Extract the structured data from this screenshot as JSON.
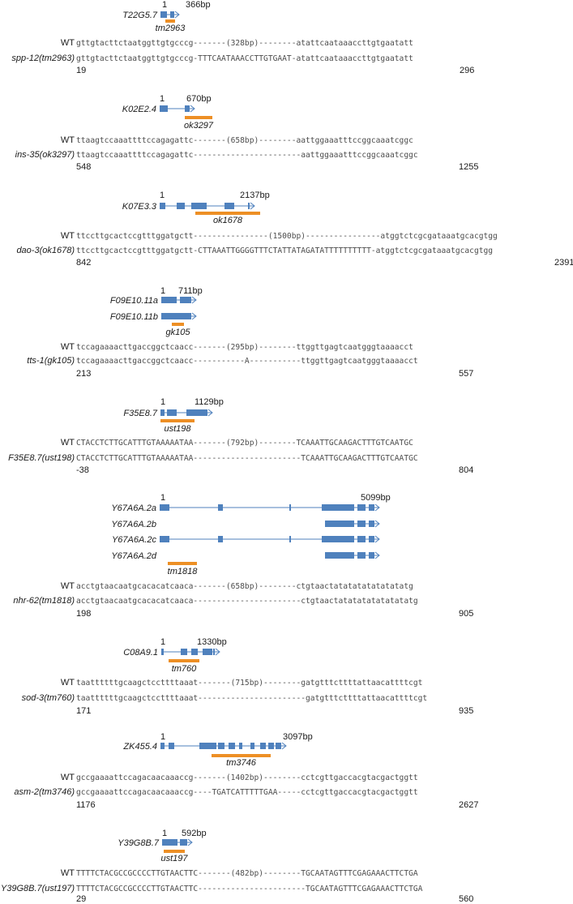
{
  "wt_label": "WT",
  "panels": [
    {
      "genes": [
        {
          "name": "T22G5.7",
          "exons": [
            [
              0,
              8
            ],
            [
              12,
              17
            ]
          ]
        }
      ],
      "start_label": "1",
      "end_label": "366bp",
      "deletion": "tm2963",
      "mutant": "spp-12(tm2963)",
      "wt_seq": "gttgtacttctaatggttgtgcccg-------(328bp)--------atattcaataaaccttgtgaatatt",
      "mut_seq": "gttgtacttctaatggttgtgcccg-TTTCAATAAACCTTGTGAAT-atattcaataaaccttgtgaatatt",
      "pos_start": "19",
      "pos_end": "296"
    },
    {
      "genes": [
        {
          "name": "K02E2.4",
          "exons": [
            [
              0,
              10
            ],
            [
              31,
              37
            ]
          ]
        }
      ],
      "start_label": "1",
      "end_label": "670bp",
      "deletion": "ok3297",
      "mutant": "ins-35(ok3297)",
      "wt_seq": "ttaagtccaaattttccagagattc-------(658bp)--------aattggaaatttccggcaaatcggc",
      "mut_seq": "ttaagtccaaattttccagagattc-----------------------aattggaaatttccggcaaatcggc",
      "pos_start": "548",
      "pos_end": "1255"
    },
    {
      "genes": [
        {
          "name": "K07E3.3",
          "exons": [
            [
              0,
              7
            ],
            [
              21,
              31
            ],
            [
              39,
              58
            ],
            [
              80,
              92
            ],
            [
              109,
              111
            ]
          ]
        }
      ],
      "start_label": "1",
      "end_label": "2137bp",
      "deletion": "ok1678",
      "mutant": "dao-3(ok1678)",
      "wt_seq": "ttccttgcactccgtttggatgctt----------------(1500bp)----------------atggtctcgcgataaatgcacgtgg",
      "mut_seq": "ttccttgcactccgtttggatgctt-CTTAAATTGGGGTTTCTATTATAGATATTTTTTTTTT-atggtctcgcgataaatgcacgtgg",
      "pos_start": "842",
      "pos_end": "2391"
    },
    {
      "genes": [
        {
          "name": "F09E10.11a",
          "exons": [
            [
              0,
              19
            ],
            [
              23,
              37
            ]
          ]
        },
        {
          "name": "F09E10.11b",
          "exons": [
            [
              0,
              37
            ]
          ]
        }
      ],
      "start_label": "1",
      "end_label": "711bp",
      "deletion": "gk105",
      "mutant": "tts-1(gk105)",
      "wt_seq": "tccagaaaacttgaccggctcaacc-------(295bp)--------ttggttgagtcaatgggtaaaacct",
      "mut_seq": "tccagaaaacttgaccggctcaacc-----------A-----------ttggttgagtcaatgggtaaaacct",
      "pos_start": "213",
      "pos_end": "557"
    },
    {
      "genes": [
        {
          "name": "F35E8.7",
          "exons": [
            [
              0,
              5
            ],
            [
              8,
              20
            ],
            [
              32,
              58
            ]
          ]
        }
      ],
      "start_label": "1",
      "end_label": "1129bp",
      "deletion": "ust198",
      "mutant": "F35E8.7(ust198)",
      "wt_seq": "CTACCTCTTGCATTTGTAAAAATAA-------(792bp)--------TCAAATTGCAAGACTTTGTCAATGC",
      "mut_seq": "CTACCTCTTGCATTTGTAAAAATAA-----------------------TCAAATTGCAAGACTTTGTCAATGC",
      "pos_start": "-38",
      "pos_end": "804"
    },
    {
      "genes": [
        {
          "name": "Y67A6A.2a",
          "exons": [
            [
              0,
              12
            ],
            [
              72,
              78
            ],
            [
              160,
              162
            ],
            [
              200,
              240
            ],
            [
              244,
              254
            ],
            [
              258,
              265
            ]
          ]
        },
        {
          "name": "Y67A6A.2b",
          "exons": [
            [
              204,
              240
            ],
            [
              244,
              254
            ],
            [
              258,
              265
            ]
          ]
        },
        {
          "name": "Y67A6A.2c",
          "exons": [
            [
              0,
              12
            ],
            [
              72,
              78
            ],
            [
              160,
              162
            ],
            [
              200,
              240
            ],
            [
              244,
              254
            ],
            [
              258,
              265
            ]
          ]
        },
        {
          "name": "Y67A6A.2d",
          "exons": [
            [
              204,
              240
            ],
            [
              244,
              254
            ],
            [
              258,
              265
            ]
          ]
        }
      ],
      "start_label": "1",
      "end_label": "5099bp",
      "deletion": "tm1818",
      "mutant": "nhr-62(tm1818)",
      "wt_seq": "acctgtaacaatgcacacatcaaca-------(658bp)--------ctgtaactatatatatatatatatg",
      "mut_seq": "acctgtaacaatgcacacatcaaca-----------------------ctgtaactatatatatatatatatg",
      "pos_start": "198",
      "pos_end": "905"
    },
    {
      "genes": [
        {
          "name": "C08A9.1",
          "exons": [
            [
              0,
              3
            ],
            [
              24,
              32
            ],
            [
              37,
              45
            ],
            [
              51,
              63
            ],
            [
              64,
              66
            ]
          ]
        }
      ],
      "start_label": "1",
      "end_label": "1330bp",
      "deletion": "tm760",
      "mutant": "sod-3(tm760)",
      "wt_seq": "taattttttgcaagctccttttaaat-------(715bp)--------gatgtttcttttattaacattttcgt",
      "mut_seq": "taattttttgcaagctccttttaaat-----------------------gatgtttcttttattaacattttcgt",
      "pos_start": "171",
      "pos_end": "935"
    },
    {
      "genes": [
        {
          "name": "ZK455.4",
          "exons": [
            [
              0,
              5
            ],
            [
              10,
              17
            ],
            [
              48,
              69
            ],
            [
              71,
              79
            ],
            [
              84,
              92
            ],
            [
              97,
              101
            ],
            [
              111,
              116
            ],
            [
              123,
              130
            ],
            [
              133,
              140
            ],
            [
              142,
              149
            ]
          ]
        }
      ],
      "start_label": "1",
      "end_label": "3097bp",
      "deletion": "tm3746",
      "mutant": "asm-2(tm3746)",
      "wt_seq": "gccgaaaattccagacaacaaaccg-------(1402bp)--------cctcgttgaccacgtacgactggtt",
      "mut_seq": "gccgaaaattccagacaacaaaccg----TGATCATTTTTGAA-----cctcgttgaccacgtacgactggtt",
      "pos_start": "1176",
      "pos_end": "2627"
    },
    {
      "genes": [
        {
          "name": "Y39G8B.7",
          "exons": [
            [
              0,
              19
            ],
            [
              22,
              31
            ]
          ]
        }
      ],
      "start_label": "1",
      "end_label": "592bp",
      "deletion": "ust197",
      "mutant": "Y39G8B.7(ust197)",
      "wt_seq": "TTTTCTACGCCGCCCCTTGTAACTTC-------(482bp)--------TGCAATAGTTTCGAGAAACTTCTGA",
      "mut_seq": "TTTTCTACGCCGCCCCTTGTAACTTC-----------------------TGCAATAGTTTCGAGAAACTTCTGA",
      "pos_start": "29",
      "pos_end": "560"
    }
  ]
}
